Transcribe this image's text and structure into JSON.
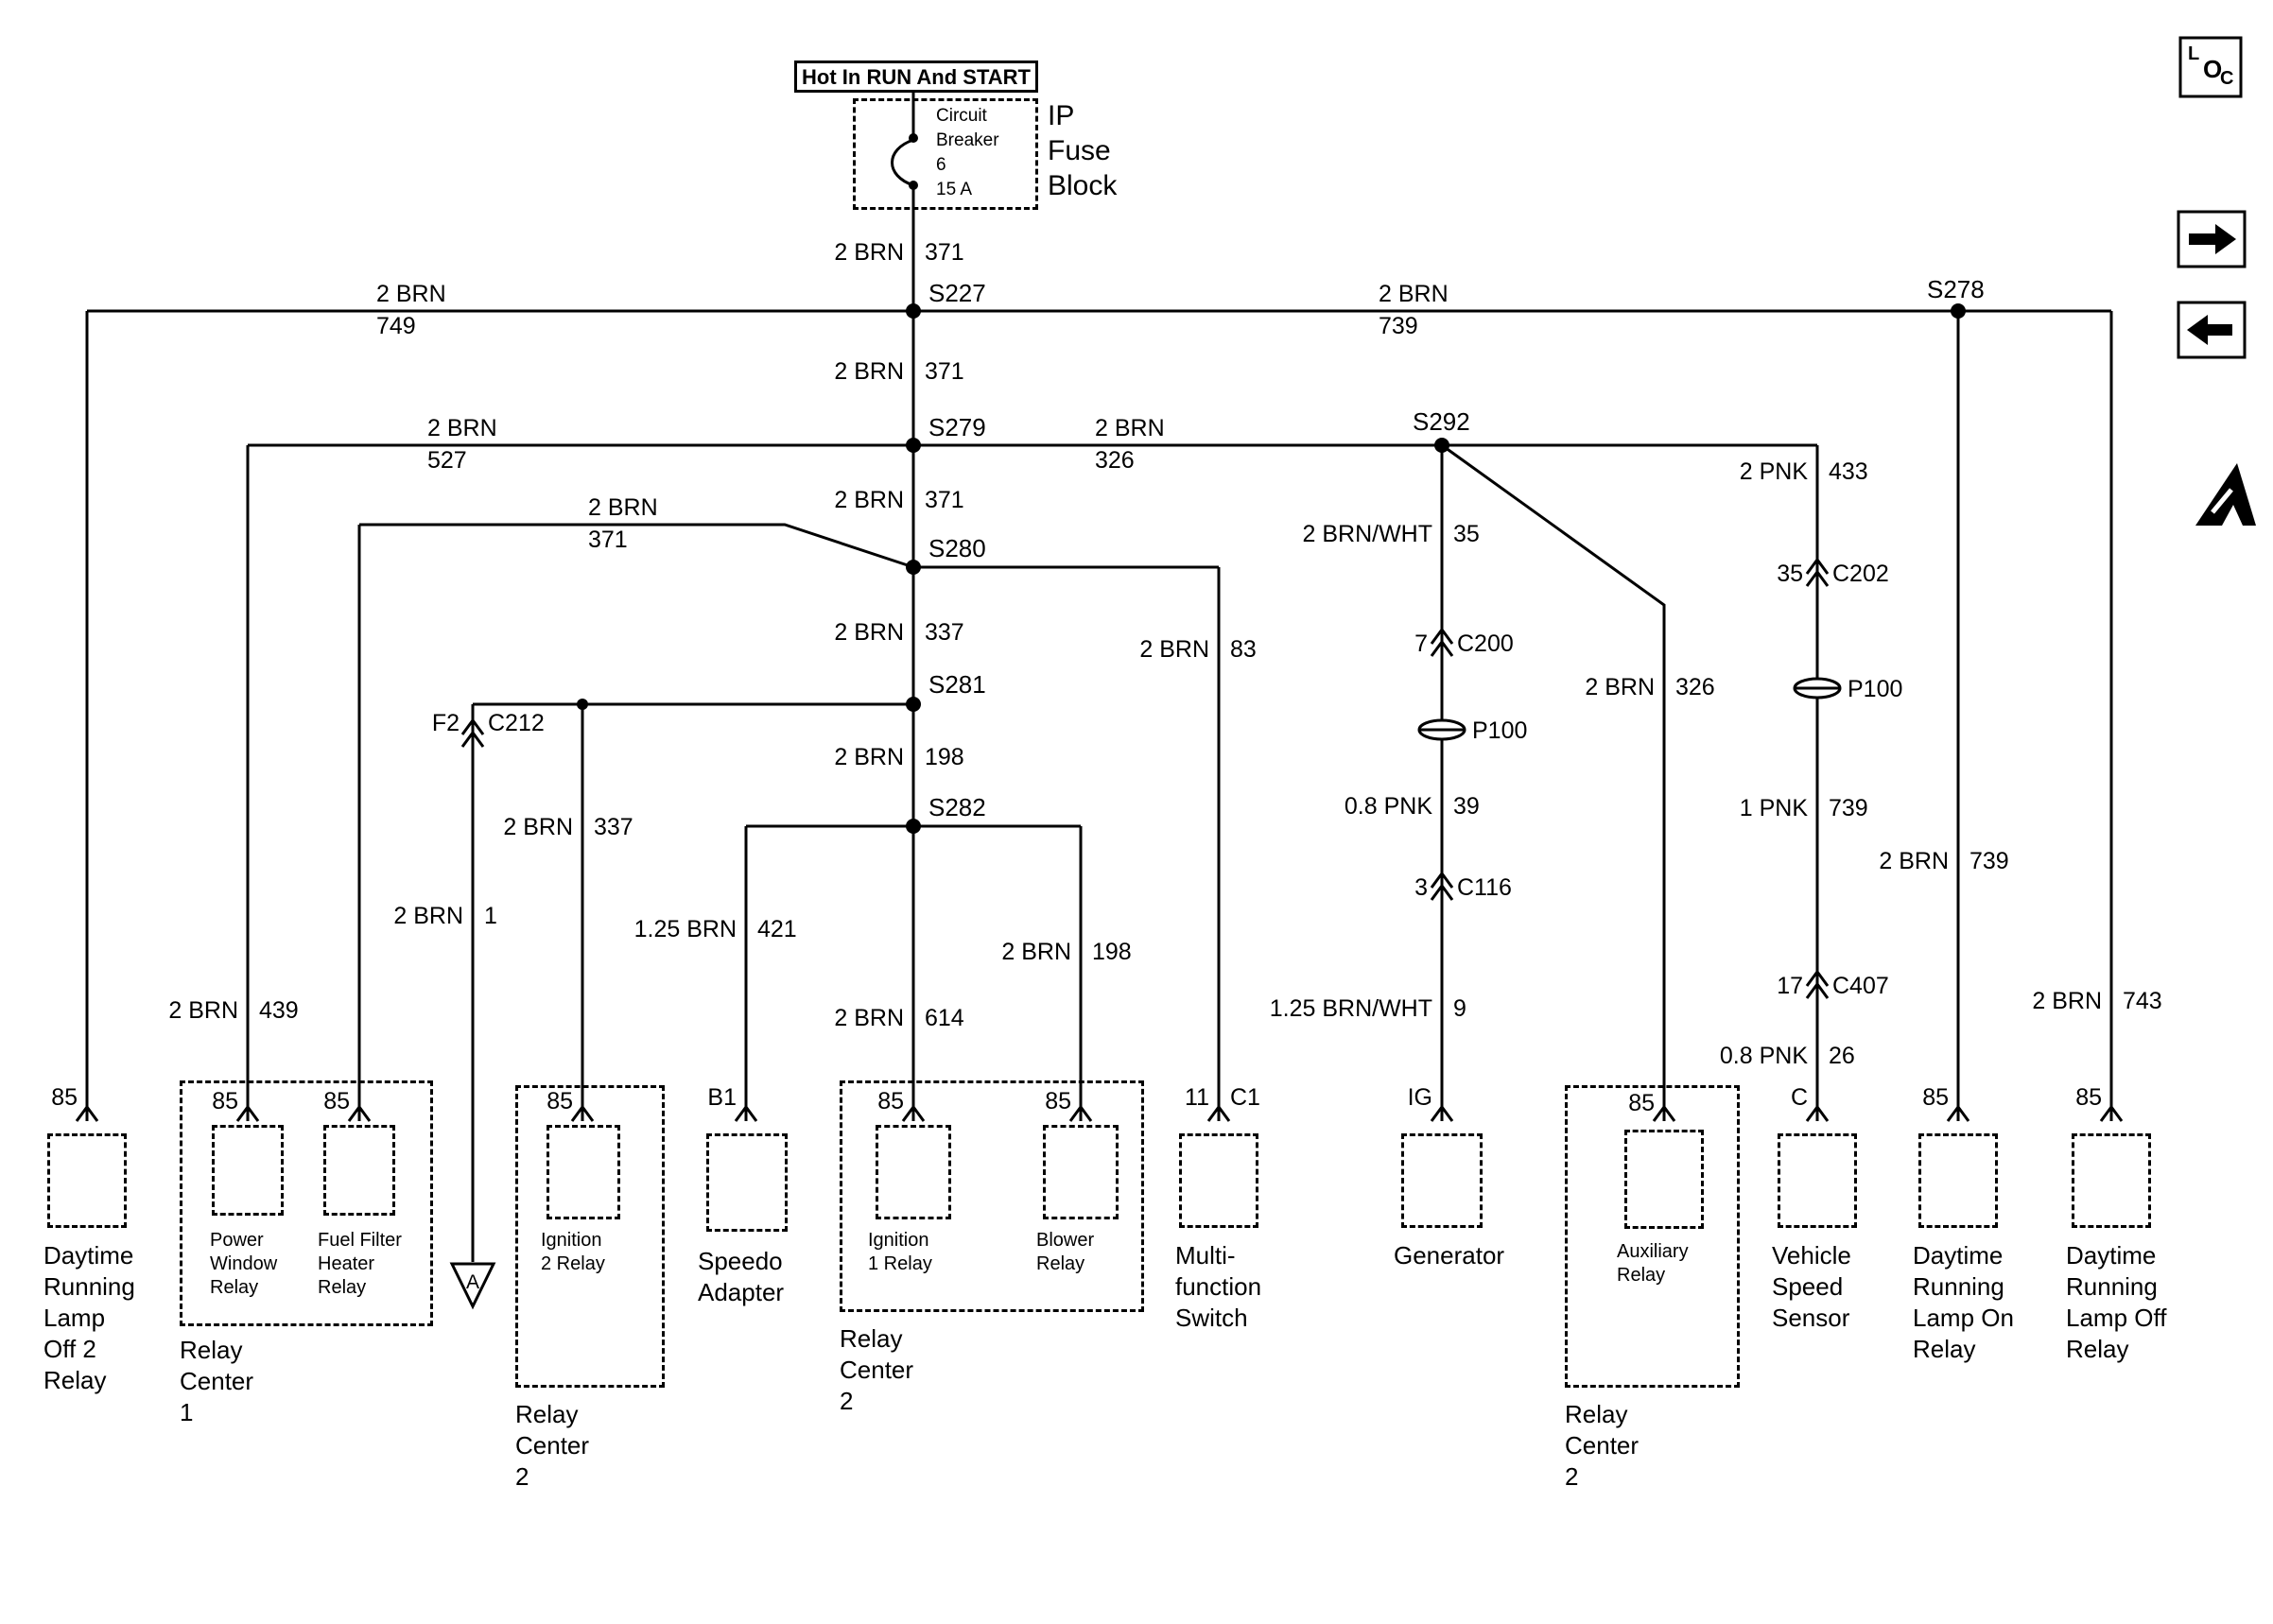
{
  "palette": {
    "ink": "#000000",
    "paper": "#ffffff"
  },
  "header": {
    "hot_label": "Hot In RUN And START",
    "breaker_text": "Circuit\nBreaker\n6\n15 A",
    "fuse_block_name": "IP\nFuse\nBlock"
  },
  "corner": {
    "loc_l": "L",
    "loc_o": "O",
    "loc_c": "C"
  },
  "splices": {
    "s227": "S227",
    "s279": "S279",
    "s280": "S280",
    "s281": "S281",
    "s282": "S282",
    "s292": "S292",
    "s278": "S278"
  },
  "wires": {
    "fuse_to_s227": {
      "gauge": "2 BRN",
      "ckt": "371"
    },
    "s227_to_s279": {
      "gauge": "2 BRN",
      "ckt": "371"
    },
    "s279_to_s280": {
      "gauge": "2 BRN",
      "ckt": "371"
    },
    "s280_to_s281": {
      "gauge": "2 BRN",
      "ckt": "337"
    },
    "s281_to_s282": {
      "gauge": "2 BRN",
      "ckt": "198"
    },
    "s227_left": "2 BRN\n749",
    "s227_right": "2 BRN\n739",
    "s279_left": "2 BRN\n527",
    "s279_right": "2 BRN\n326",
    "s280_left": "2 BRN\n371",
    "power_window": {
      "gauge": "2 BRN",
      "ckt": "439"
    },
    "ignition2": {
      "gauge": "2 BRN",
      "ckt": "337"
    },
    "c212_down": {
      "gauge": "2 BRN",
      "ckt": "1"
    },
    "speedo": {
      "gauge": "1.25 BRN",
      "ckt": "421"
    },
    "ignition1": {
      "gauge": "2 BRN",
      "ckt": "614"
    },
    "blower": {
      "gauge": "2 BRN",
      "ckt": "198"
    },
    "mfs": {
      "gauge": "2 BRN",
      "ckt": "83"
    },
    "gen_upper": {
      "gauge": "2 BRN/WHT",
      "ckt": "35"
    },
    "gen_mid": {
      "gauge": "0.8 PNK",
      "ckt": "39"
    },
    "gen_lower": {
      "gauge": "1.25 BRN/WHT",
      "ckt": "9"
    },
    "aux": {
      "gauge": "2 BRN",
      "ckt": "326"
    },
    "vss_upper": {
      "gauge": "2 PNK",
      "ckt": "433"
    },
    "vss_mid": {
      "gauge": "1 PNK",
      "ckt": "739"
    },
    "vss_lower": {
      "gauge": "0.8 PNK",
      "ckt": "26"
    },
    "drl_on": {
      "gauge": "2 BRN",
      "ckt": "739"
    },
    "drl_off": {
      "gauge": "2 BRN",
      "ckt": "743"
    }
  },
  "connectors": {
    "c212": {
      "pin": "F2",
      "name": "C212"
    },
    "c200": {
      "pin": "7",
      "name": "C200"
    },
    "c116": {
      "pin": "3",
      "name": "C116"
    },
    "c202": {
      "pin": "35",
      "name": "C202"
    },
    "c407": {
      "pin": "17",
      "name": "C407"
    },
    "p100_gen": "P100",
    "p100_vss": "P100",
    "ref_a": "A"
  },
  "pins": {
    "drl_off2": "85",
    "power_window": "85",
    "fuel_filter": "85",
    "ignition2": "85",
    "speedo": "B1",
    "ignition1": "85",
    "blower": "85",
    "mfs_pin": "11",
    "mfs_conn": "C1",
    "generator": "IG",
    "aux": "85",
    "vss": "C",
    "drl_on": "85",
    "drl_off": "85"
  },
  "components": {
    "drl_off2": "Daytime\nRunning\nLamp\nOff 2\nRelay",
    "relay_center1": "Relay\nCenter\n1",
    "power_window": "Power\nWindow\nRelay",
    "fuel_filter": "Fuel Filter\nHeater\nRelay",
    "relay_center2_a": "Relay\nCenter\n2",
    "ignition2": "Ignition\n2 Relay",
    "speedo": "Speedo\nAdapter",
    "relay_center2_b": "Relay\nCenter\n2",
    "ignition1": "Ignition\n1 Relay",
    "blower": "Blower\nRelay",
    "mfs": "Multi-\nfunction\nSwitch",
    "generator": "Generator",
    "relay_center2_c": "Relay\nCenter\n2",
    "aux": "Auxiliary\nRelay",
    "vss": "Vehicle\nSpeed\nSensor",
    "drl_on": "Daytime\nRunning\nLamp On\nRelay",
    "drl_off": "Daytime\nRunning\nLamp Off\nRelay"
  }
}
